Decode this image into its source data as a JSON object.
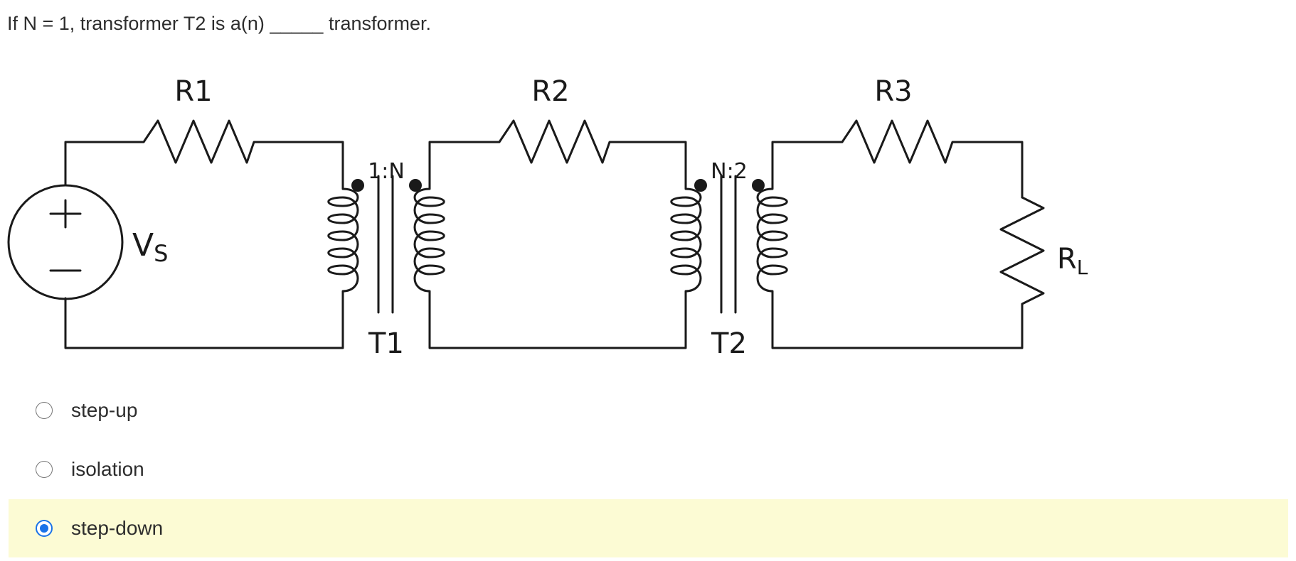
{
  "question": {
    "text": "If N = 1, transformer T2 is a(n) _____ transformer."
  },
  "circuit": {
    "resistor_labels": [
      "R1",
      "R2",
      "R3"
    ],
    "source_label": "V",
    "source_subscript": "S",
    "source_plus": "+",
    "source_minus": "−",
    "t1_label": "T1",
    "t1_ratio": "1:N",
    "t2_label": "T2",
    "t2_ratio": "N:2",
    "load_label": "R",
    "load_subscript": "L"
  },
  "choices": [
    {
      "label": "step-up",
      "selected": false
    },
    {
      "label": "isolation",
      "selected": false
    },
    {
      "label": "step-down",
      "selected": true
    }
  ],
  "colors": {
    "selected_background": "#fcfbd4",
    "radio_accent": "#1a73e8"
  }
}
